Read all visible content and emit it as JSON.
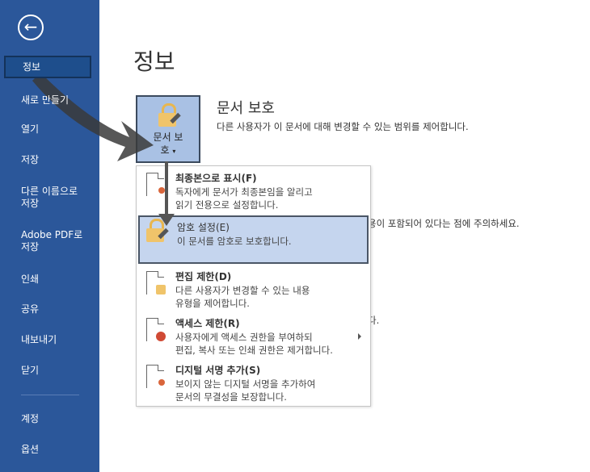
{
  "sidebar": {
    "items": [
      "정보",
      "새로 만들기",
      "열기",
      "저장",
      "다른 이름으로 저장",
      "Adobe PDF로 저장",
      "인쇄",
      "공유",
      "내보내기",
      "닫기",
      "계정",
      "옵션"
    ],
    "active": "정보",
    "accent": "#2b579a"
  },
  "page": {
    "title": "정보"
  },
  "protect": {
    "button_label": "문서 보호",
    "title": "문서 보호",
    "description": "다른 사용자가 이 문서에 대해 변경할 수 있는 범위를 제어합니다."
  },
  "background": {
    "line1": "용이 포함되어 있다는 점에 주의하세요.",
    "line2": "다."
  },
  "menu": {
    "items": [
      {
        "title": "최종본으로 표시(F)",
        "desc": "독자에게 문서가 최종본임을 알리고\n읽기 전용으로 설정합니다.",
        "icon": "ribbon-icon"
      },
      {
        "title": "암호 설정(E)",
        "desc": "이 문서를 암호로 보호합니다.",
        "icon": "lock-key-icon",
        "selected": true
      },
      {
        "title": "편집 제한(D)",
        "desc": "다른 사용자가 변경할 수 있는 내용\n유형을 제어합니다.",
        "icon": "lock-icon"
      },
      {
        "title": "액세스 제한(R)",
        "desc": "사용자에게 액세스 권한을 부여하되\n편집, 복사 또는 인쇄 권한은 제거합니다.",
        "icon": "no-entry-icon",
        "submenu": true
      },
      {
        "title": "디지털 서명 추가(S)",
        "desc": "보이지 않는 디지털 서명을 추가하여\n문서의 무결성을 보장합니다.",
        "icon": "ribbon-icon"
      }
    ]
  }
}
